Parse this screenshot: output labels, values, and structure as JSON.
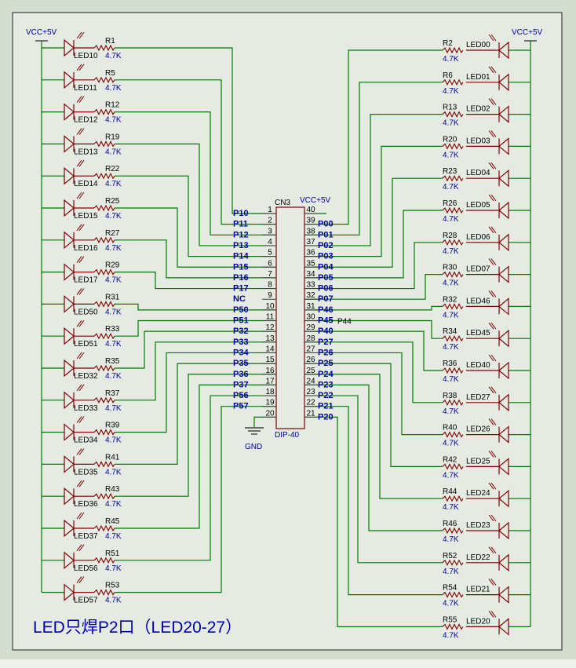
{
  "title": "LED只焊P2口（LED20-27）",
  "vcc_label": "VCC+5V",
  "gnd_label": "GND",
  "chip": {
    "ref": "CN3",
    "package": "DIP-40",
    "pin40_net": "VCC+5V"
  },
  "resistor_value": "4.7K",
  "left_channels": [
    {
      "r": "R1",
      "led": "LED10"
    },
    {
      "r": "R5",
      "led": "LED11"
    },
    {
      "r": "R12",
      "led": "LED12"
    },
    {
      "r": "R19",
      "led": "LED13"
    },
    {
      "r": "R22",
      "led": "LED14"
    },
    {
      "r": "R25",
      "led": "LED15"
    },
    {
      "r": "R27",
      "led": "LED16"
    },
    {
      "r": "R29",
      "led": "LED17"
    },
    {
      "r": "R31",
      "led": "LED50"
    },
    {
      "r": "R33",
      "led": "LED51"
    },
    {
      "r": "R35",
      "led": "LED32"
    },
    {
      "r": "R37",
      "led": "LED33"
    },
    {
      "r": "R39",
      "led": "LED34"
    },
    {
      "r": "R41",
      "led": "LED35"
    },
    {
      "r": "R43",
      "led": "LED36"
    },
    {
      "r": "R45",
      "led": "LED37"
    },
    {
      "r": "R51",
      "led": "LED56"
    },
    {
      "r": "R53",
      "led": "LED57"
    }
  ],
  "right_channels": [
    {
      "r": "R2",
      "led": "LED00"
    },
    {
      "r": "R6",
      "led": "LED01"
    },
    {
      "r": "R13",
      "led": "LED02"
    },
    {
      "r": "R20",
      "led": "LED03"
    },
    {
      "r": "R23",
      "led": "LED04"
    },
    {
      "r": "R26",
      "led": "LED05"
    },
    {
      "r": "R28",
      "led": "LED06"
    },
    {
      "r": "R30",
      "led": "LED07"
    },
    {
      "r": "R32",
      "led": "LED46"
    },
    {
      "r": "R34",
      "led": "LED45"
    },
    {
      "r": "R36",
      "led": "LED40"
    },
    {
      "r": "R38",
      "led": "LED27"
    },
    {
      "r": "R40",
      "led": "LED26"
    },
    {
      "r": "R42",
      "led": "LED25"
    },
    {
      "r": "R44",
      "led": "LED24"
    },
    {
      "r": "R46",
      "led": "LED23"
    },
    {
      "r": "R52",
      "led": "LED22"
    },
    {
      "r": "R54",
      "led": "LED21"
    },
    {
      "r": "R55",
      "led": "LED20"
    }
  ],
  "chip_left_pins": [
    {
      "num": "1",
      "net": "P10"
    },
    {
      "num": "2",
      "net": "P11"
    },
    {
      "num": "3",
      "net": "P12"
    },
    {
      "num": "4",
      "net": "P13"
    },
    {
      "num": "5",
      "net": "P14"
    },
    {
      "num": "6",
      "net": "P15"
    },
    {
      "num": "7",
      "net": "P16"
    },
    {
      "num": "8",
      "net": "P17"
    },
    {
      "num": "9",
      "net": "NC"
    },
    {
      "num": "10",
      "net": "P50"
    },
    {
      "num": "11",
      "net": "P51"
    },
    {
      "num": "12",
      "net": "P32"
    },
    {
      "num": "13",
      "net": "P33"
    },
    {
      "num": "14",
      "net": "P34"
    },
    {
      "num": "15",
      "net": "P35"
    },
    {
      "num": "16",
      "net": "P36"
    },
    {
      "num": "17",
      "net": "P37"
    },
    {
      "num": "18",
      "net": "P56"
    },
    {
      "num": "19",
      "net": "P57"
    },
    {
      "num": "20",
      "net": ""
    }
  ],
  "chip_right_pins": [
    {
      "num": "40",
      "net": ""
    },
    {
      "num": "39",
      "net": "P00"
    },
    {
      "num": "38",
      "net": "P01"
    },
    {
      "num": "37",
      "net": "P02"
    },
    {
      "num": "36",
      "net": "P03"
    },
    {
      "num": "35",
      "net": "P04"
    },
    {
      "num": "34",
      "net": "P05"
    },
    {
      "num": "33",
      "net": "P06"
    },
    {
      "num": "32",
      "net": "P07"
    },
    {
      "num": "31",
      "net": "P46"
    },
    {
      "num": "30",
      "net": "P45"
    },
    {
      "num": "29",
      "net": "P40"
    },
    {
      "num": "28",
      "net": "P27"
    },
    {
      "num": "27",
      "net": "P26"
    },
    {
      "num": "26",
      "net": "P25"
    },
    {
      "num": "25",
      "net": "P24"
    },
    {
      "num": "24",
      "net": "P23"
    },
    {
      "num": "23",
      "net": "P22"
    },
    {
      "num": "22",
      "net": "P21"
    },
    {
      "num": "21",
      "net": "P20"
    }
  ],
  "extra_net_label": "P44",
  "colors": {
    "background": "#d4dcd0",
    "sheet": "#e5ebe2",
    "wire": "#007800",
    "component": "#800000",
    "label": "#0000a0",
    "text": "#000000"
  }
}
